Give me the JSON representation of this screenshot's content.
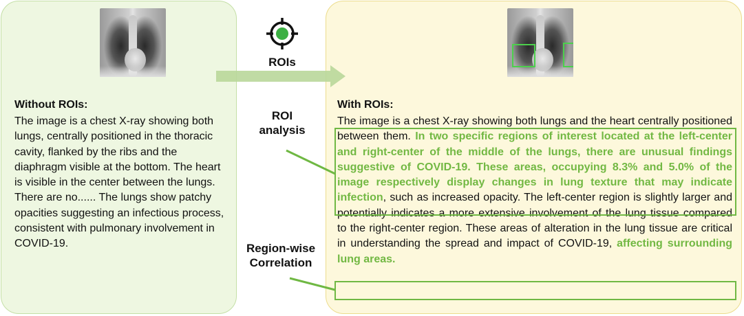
{
  "left_panel": {
    "heading": "Without ROIs:",
    "text": "The image is a chest X-ray showing both lungs, centrally positioned in the thoracic cavity, flanked by the ribs and the diaphragm visible at the bottom. The heart is visible in the center between the lungs. There are no...... The lungs show patchy opacities suggesting an infectious process, consistent with pulmonary involvement in COVID-19."
  },
  "middle": {
    "rois_label": "ROIs",
    "roi_analysis_label_line1": "ROI",
    "roi_analysis_label_line2": "analysis",
    "region_wise_label_line1": "Region-wise",
    "region_wise_label_line2": "Correlation",
    "icon": "target-icon"
  },
  "right_panel": {
    "heading": "With ROIs:",
    "text_part1": "The image is a chest X-ray showing both lungs and the heart centrally positioned between them. ",
    "highlight1": "In two specific regions of interest located at the left-center and right-center of the middle of the lungs, there are unusual findings suggestive of COVID-19. These areas, occupying 8.3% and 5.0% of the image respectively display changes in lung texture that may indicate infection",
    "text_part2": ", such as increased opacity. The left-center region is slightly larger and potentially indicates a more extensive involvement of the lung tissue compared to the right-center region. These areas of alteration in the lung tissue are critical in understanding the spread and impact of COVID-19, ",
    "highlight2": "affecting surrounding lung areas."
  },
  "colors": {
    "left_panel_bg": "#eef7e1",
    "right_panel_bg": "#fdf8dc",
    "highlight_green": "#72b843",
    "roi_box_green": "#4cd04c",
    "arrow_green": "#b9d79a"
  }
}
